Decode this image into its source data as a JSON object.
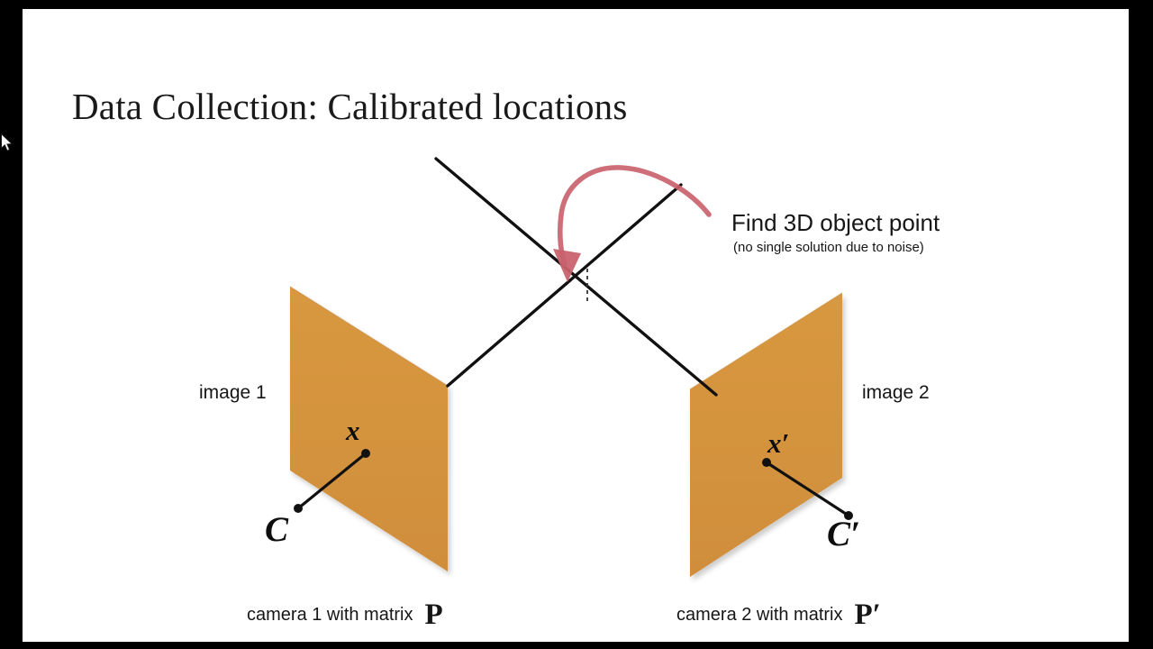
{
  "slide": {
    "title": "Data Collection: Calibrated locations",
    "background_color": "#ffffff",
    "letterbox_color": "#000000"
  },
  "callout": {
    "heading": "Find 3D object point",
    "subtext": "(no single solution due to noise)",
    "arrow_color": "#c9626c"
  },
  "left_camera": {
    "image_label": "image 1",
    "point_label": "x",
    "center_label": "C",
    "caption_text": "camera 1 with matrix",
    "matrix_label": "P",
    "plane_color": "#d5923e"
  },
  "right_camera": {
    "image_label": "image 2",
    "point_label": "x′",
    "center_label": "C′",
    "caption_text": "camera 2 with matrix",
    "matrix_label": "P′",
    "plane_color": "#d5923e"
  },
  "cursor": {
    "icon": "arrow-pointer-icon"
  },
  "diagram": {
    "ray_color": "#111111",
    "dashed_color": "#333333"
  }
}
